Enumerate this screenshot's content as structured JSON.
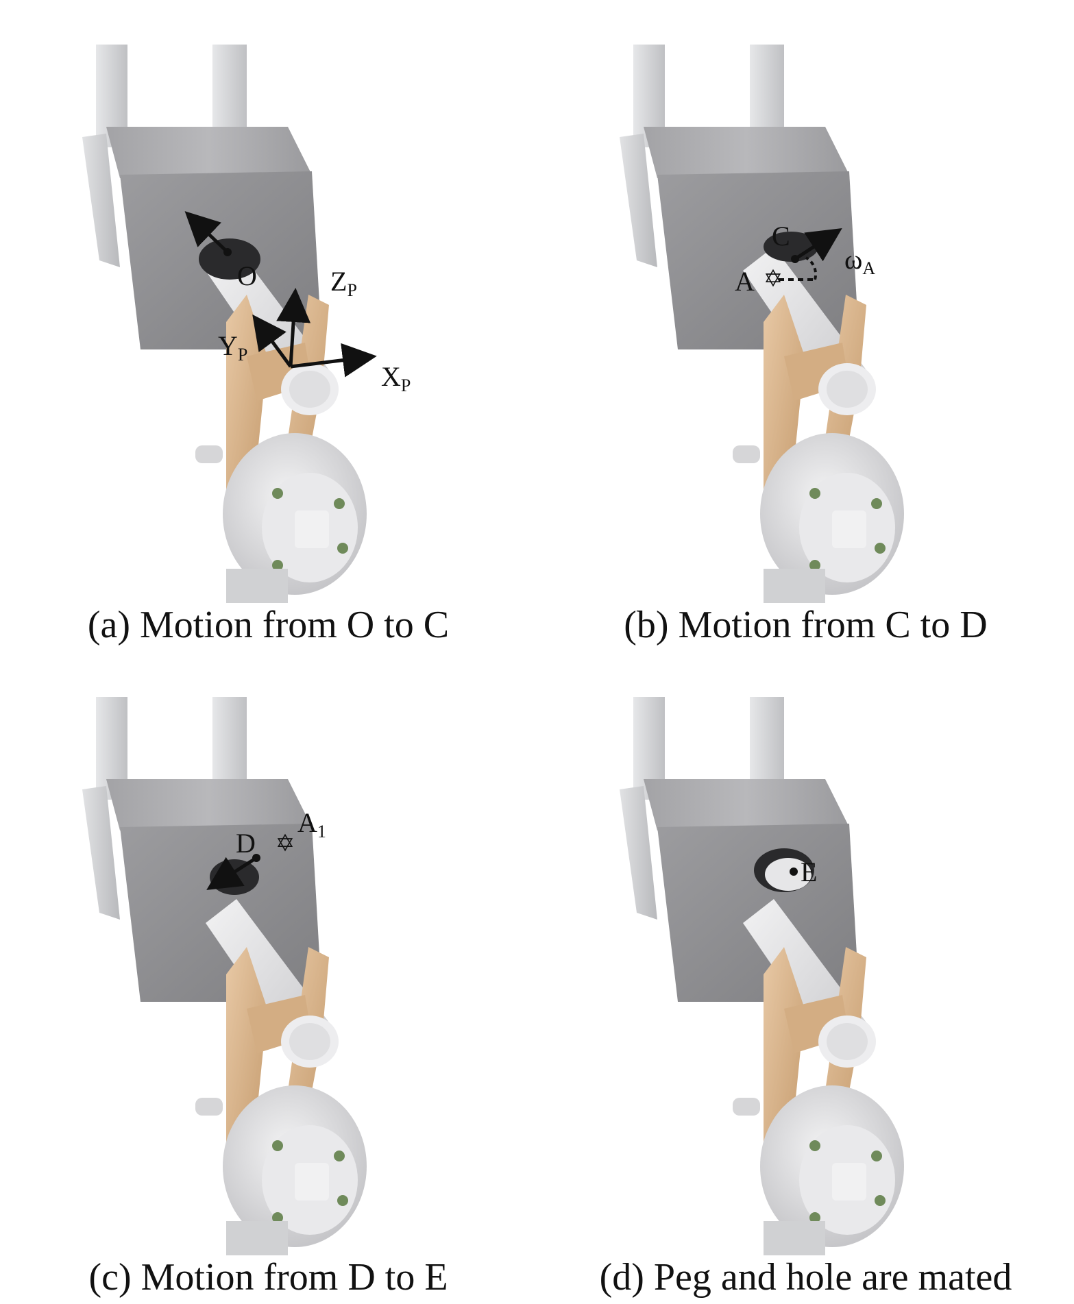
{
  "panels": [
    {
      "id": "a",
      "caption": "(a) Motion from O to C",
      "labels": {
        "O": "O",
        "Z": "Z",
        "Z_sub": "P",
        "Y": "Y",
        "Y_sub": "P",
        "X": "X",
        "X_sub": "P"
      }
    },
    {
      "id": "b",
      "caption": "(b) Motion from C to D",
      "labels": {
        "C": "C",
        "A": "A",
        "omega": "ω",
        "omega_sub": "A"
      }
    },
    {
      "id": "c",
      "caption": "(c)  Motion from D to E",
      "labels": {
        "D": "D",
        "A1": "A",
        "A1_sub": "1"
      }
    },
    {
      "id": "d",
      "caption": "(d) Peg and hole are mated",
      "labels": {
        "E": "E"
      }
    }
  ],
  "colors": {
    "block": "#8e8e90",
    "block_side": "#c8c9cb",
    "block_top": "#a9a9ab",
    "rail": "#d8d9db",
    "peg": "#e4e4e6",
    "finger": "#d9b48c",
    "wrist": "#e2e2e4",
    "bolt": "#6f8a5a",
    "ink": "#111111"
  }
}
